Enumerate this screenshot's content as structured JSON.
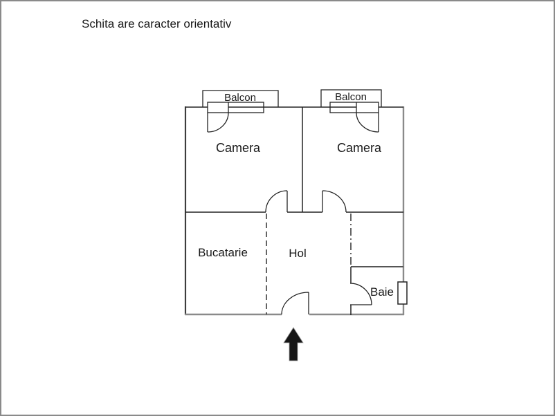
{
  "title": "Schita are caracter orientativ",
  "floor_plan": {
    "balconies": [
      {
        "label": "Balcon"
      },
      {
        "label": "Balcon"
      }
    ],
    "rooms": [
      {
        "label": "Camera"
      },
      {
        "label": "Camera"
      },
      {
        "label": "Bucatarie"
      },
      {
        "label": "Hol"
      },
      {
        "label": "Baie"
      }
    ],
    "icons": {
      "entrance_arrow": "up-arrow"
    }
  },
  "colors": {
    "background": "#ffffff",
    "frame_border": "#8a8a8a",
    "wall_line": "#222222",
    "outer_wall_gray": "#8a8a8a",
    "arrow_fill": "#161616",
    "text": "#1a1a1a"
  }
}
